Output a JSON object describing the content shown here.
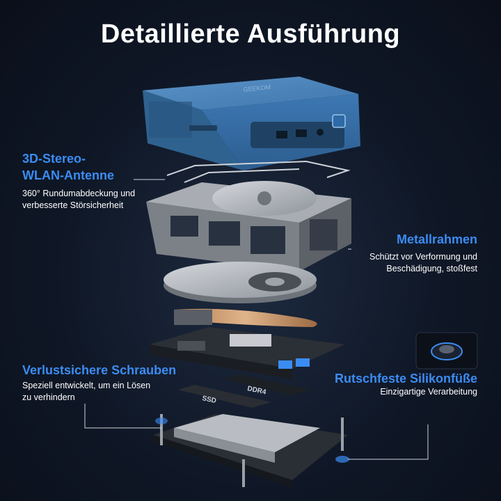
{
  "title": "Detaillierte Ausführung",
  "callouts": {
    "antenna": {
      "title_line1": "3D-Stereo-",
      "title_line2": "WLAN-Antenne",
      "text_line1": "360° Rundumabdeckung und",
      "text_line2": "verbesserte Störsicherheit"
    },
    "frame": {
      "title": "Metallrahmen",
      "text_line1": "Schützt vor Verformung und",
      "text_line2": "Beschädigung, stoßfest"
    },
    "screws": {
      "title": "Verlustsichere Schrauben",
      "text_line1": "Speziell entwickelt, um ein Lösen",
      "text_line2": "zu verhindern"
    },
    "feet": {
      "title": "Rutschfeste Silikonfüße",
      "text_line1": "Einzigartige Verarbeitung"
    }
  },
  "product": {
    "brand_text": "GEEKOM",
    "ram_label": "DDR4",
    "ssd_label": "SSD",
    "case_color": "#3d78b3",
    "accent_color": "#3b8cf2"
  }
}
